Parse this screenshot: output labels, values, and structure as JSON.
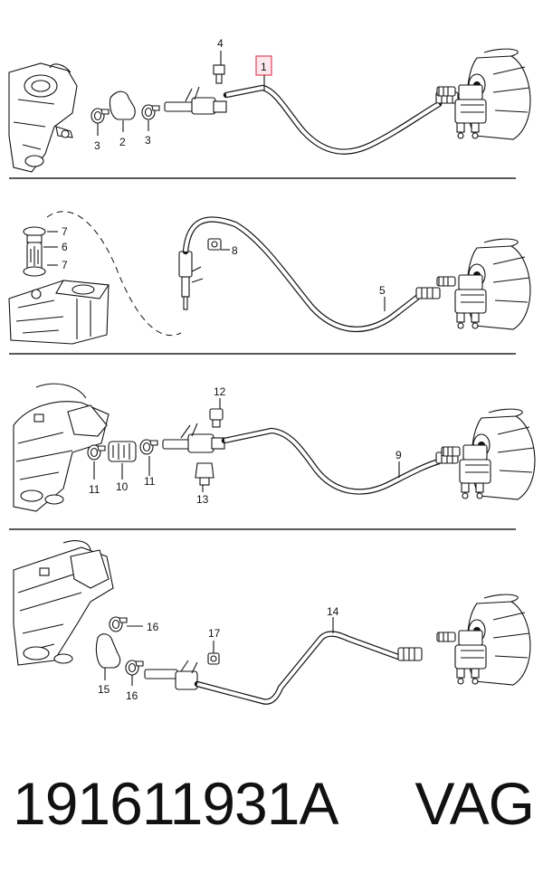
{
  "callouts": {
    "c1": "1",
    "c2": "2",
    "c3a": "3",
    "c3b": "3",
    "c4": "4",
    "c5": "5",
    "c6": "6",
    "c7a": "7",
    "c7b": "7",
    "c8": "8",
    "c9": "9",
    "c10": "10",
    "c11a": "11",
    "c11b": "11",
    "c12": "12",
    "c13": "13",
    "c14": "14",
    "c15": "15",
    "c16a": "16",
    "c16b": "16",
    "c17": "17"
  },
  "footer": {
    "part_number": "191611931A",
    "brand": "VAG"
  },
  "colors": {
    "highlight": "#e0425c"
  }
}
